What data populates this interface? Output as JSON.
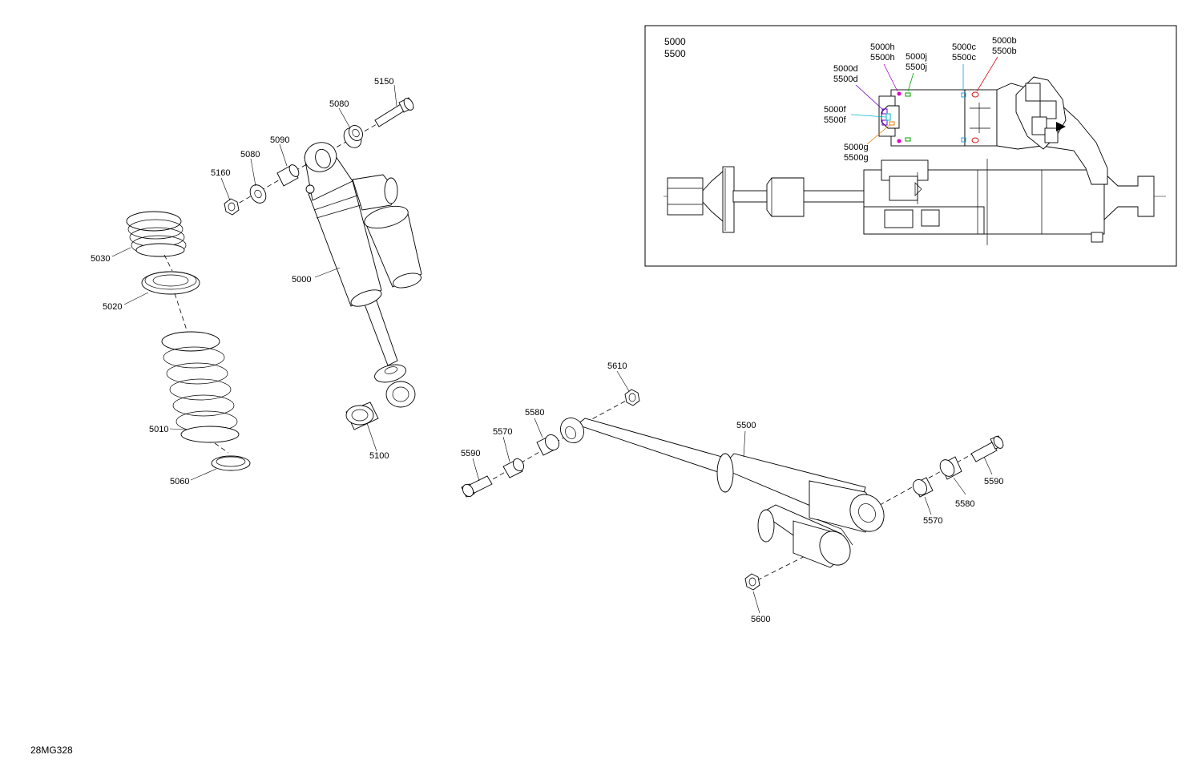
{
  "drawing_code": "28MG328",
  "inset": {
    "title_lines": [
      "5000",
      "5500"
    ],
    "callouts": [
      {
        "id": "h",
        "line1": "5000h",
        "line2": "5500h",
        "color": "#a000c8"
      },
      {
        "id": "j",
        "line1": "5000j",
        "line2": "5500j",
        "color": "#00a000"
      },
      {
        "id": "c",
        "line1": "5000c",
        "line2": "5500c",
        "color": "#1aa0e0"
      },
      {
        "id": "b",
        "line1": "5000b",
        "line2": "5500b",
        "color": "#e01010"
      },
      {
        "id": "d",
        "line1": "5000d",
        "line2": "5500d",
        "color": "#6a00c8"
      },
      {
        "id": "f",
        "line1": "5000f",
        "line2": "5500f",
        "color": "#00b8c8"
      },
      {
        "id": "g",
        "line1": "5000g",
        "line2": "5500g",
        "color": "#e08000"
      }
    ]
  },
  "callouts": {
    "c5150": "5150",
    "c5080a": "5080",
    "c5090": "5090",
    "c5080b": "5080",
    "c5160": "5160",
    "c5030": "5030",
    "c5020": "5020",
    "c5000": "5000",
    "c5010": "5010",
    "c5060": "5060",
    "c5100": "5100",
    "c5610": "5610",
    "c5580a": "5580",
    "c5570a": "5570",
    "c5590a": "5590",
    "c5500": "5500",
    "c5590b": "5590",
    "c5580b": "5580",
    "c5570b": "5570",
    "c5600": "5600"
  }
}
